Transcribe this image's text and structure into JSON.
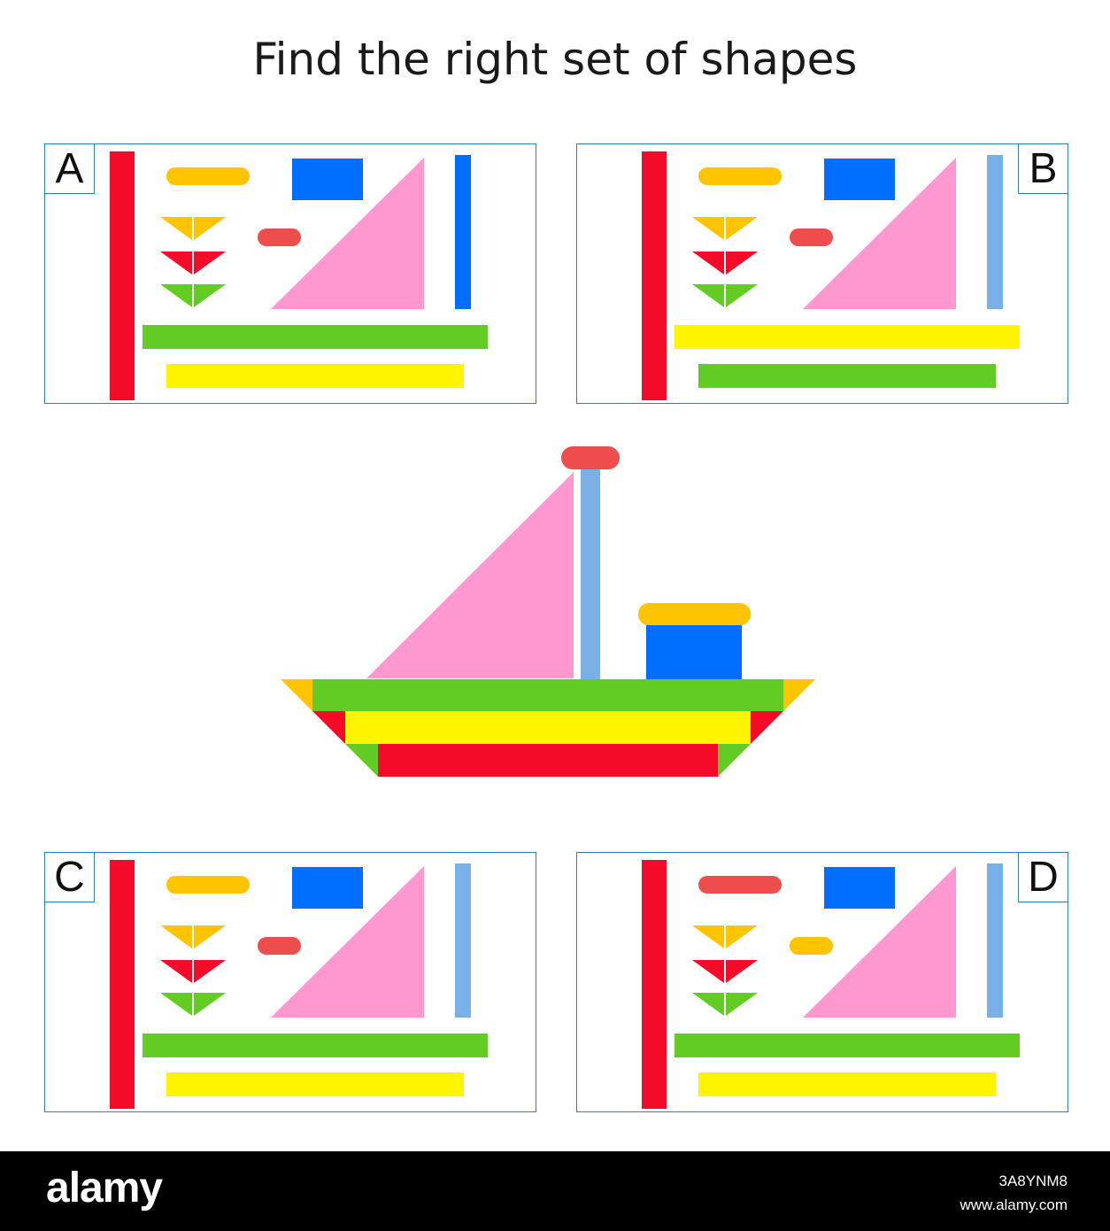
{
  "title": "Find the right set of shapes",
  "colors": {
    "red": "#f40b2a",
    "coral": "#ef4d4d",
    "orange": "#ffc400",
    "blue": "#006fff",
    "light_blue": "#7ab0e8",
    "pink": "#ff97d0",
    "green": "#63cc24",
    "yellow": "#fff500",
    "card_border": "#2f7fb8"
  },
  "options": [
    {
      "letter": "A",
      "letter_side": "left",
      "pole_color": "blue",
      "cap_color": "orange",
      "small_bar_color": "coral",
      "long_bar_1": "green",
      "long_bar_2": "yellow"
    },
    {
      "letter": "B",
      "letter_side": "right",
      "pole_color": "light_blue",
      "cap_color": "orange",
      "small_bar_color": "coral",
      "long_bar_1": "yellow",
      "long_bar_2": "green"
    },
    {
      "letter": "C",
      "letter_side": "left",
      "pole_color": "light_blue",
      "cap_color": "orange",
      "small_bar_color": "coral",
      "long_bar_1": "green",
      "long_bar_2": "yellow"
    },
    {
      "letter": "D",
      "letter_side": "right",
      "pole_color": "light_blue",
      "cap_color": "coral",
      "small_bar_color": "orange",
      "long_bar_1": "green",
      "long_bar_2": "yellow"
    }
  ],
  "footer": {
    "logo": "alamy",
    "image_id": "3A8YNM8",
    "site": "www.alamy.com"
  }
}
